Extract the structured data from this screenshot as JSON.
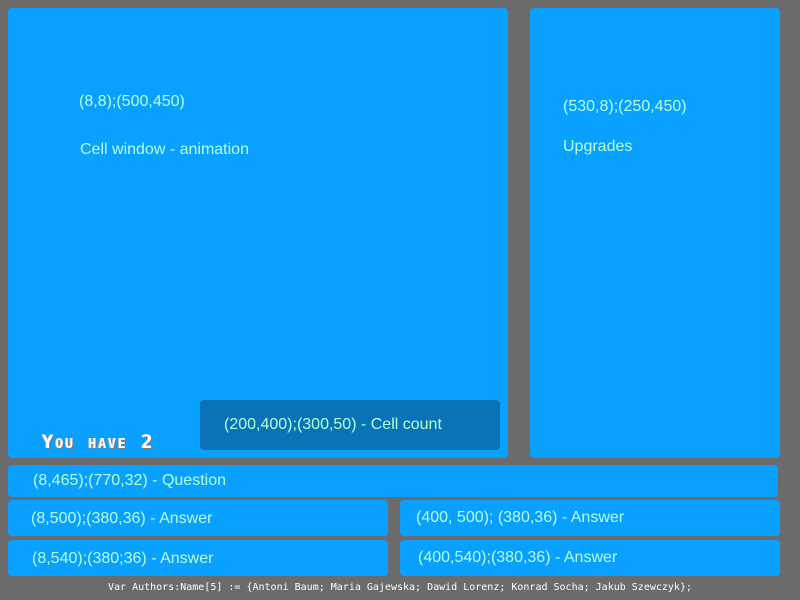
{
  "cell_window": {
    "coords": "(8,8);(500,450)",
    "title": "Cell window - animation",
    "cell_count_text": "You have 2",
    "cell_count_label": "(200,400);(300,50) - Cell count"
  },
  "upgrades": {
    "coords": "(530,8);(250,450)",
    "title": "Upgrades"
  },
  "question": {
    "label": "(8,465);(770,32) - Question"
  },
  "answers": [
    {
      "label": "(8,500);(380,36) - Answer"
    },
    {
      "label": "(400, 500); (380,36) - Answer"
    },
    {
      "label": "(8,540);(380;36) - Answer"
    },
    {
      "label": "(400,540);(380,36) - Answer"
    }
  ],
  "footer": {
    "authors": "Var Authors:Name[5] := {Antoni Baum; Maria Gajewska; Dawid Lorenz; Konrad Socha; Jakub Szewczyk};"
  },
  "colors": {
    "background": "#6b6b6b",
    "panel": "#0aa0ff",
    "cell_count_box": "#0a73b8",
    "label_text": "#b4ffd2"
  }
}
